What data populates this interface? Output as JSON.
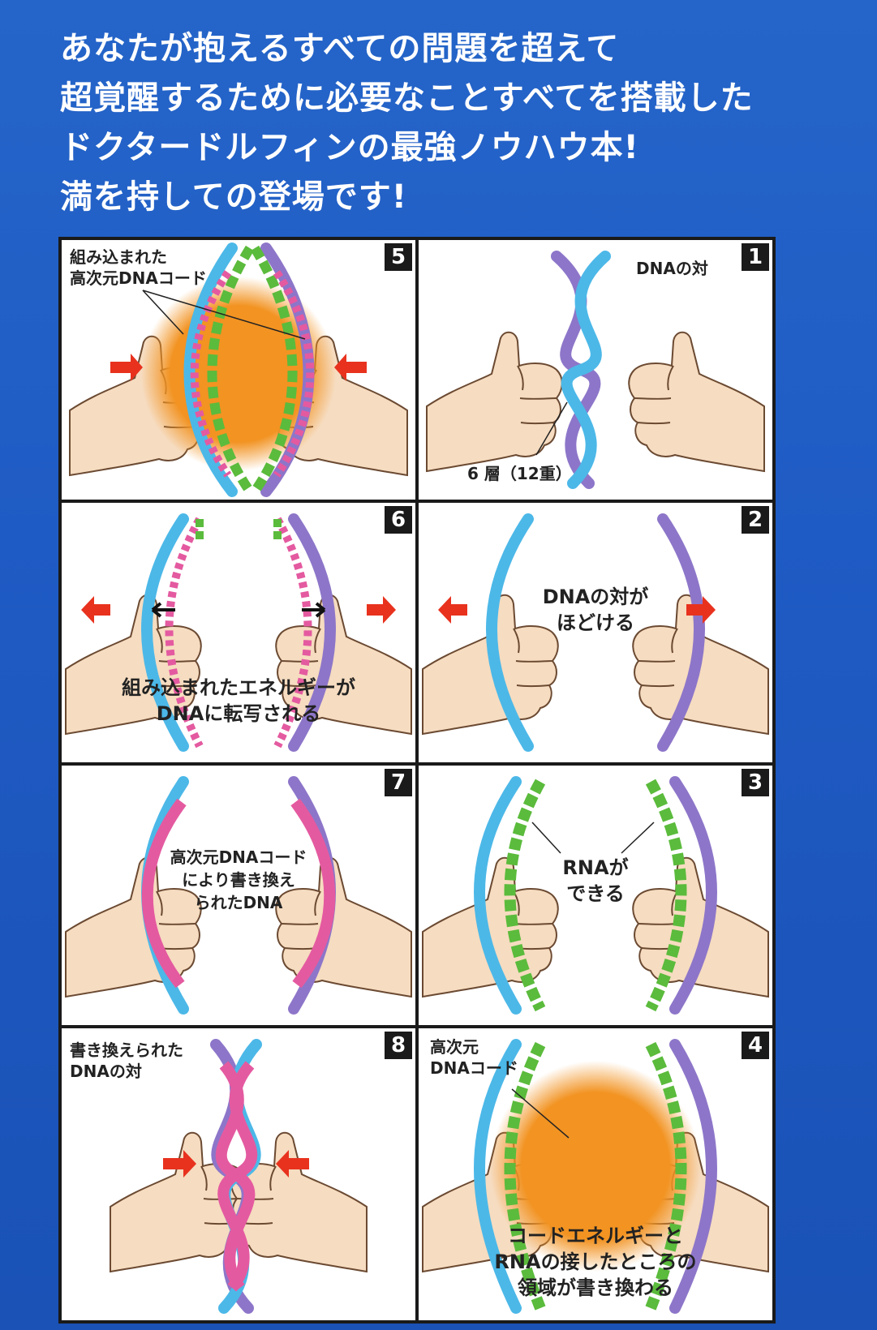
{
  "headline": [
    "あなたが抱えるすべての問題を超えて",
    "超覚醒するために必要なことすべてを搭載した",
    "ドクタードルフィンの最強ノウハウ本!",
    "満を持しての登場です!"
  ],
  "colors": {
    "background": "#1f58c0",
    "dna_blue": "#4cb8e8",
    "dna_purple": "#8d76c9",
    "rna_green": "#5bbb3c",
    "code_pink": "#e45aa0",
    "energy_orange": "#f29322",
    "arrow_red": "#e8321e",
    "skin": "#f6dcc0"
  },
  "panels": {
    "p5": {
      "number": "5",
      "label_line1": "組み込まれた",
      "label_line2": "高次元DNAコード"
    },
    "p1": {
      "number": "1",
      "label": "DNAの対",
      "caption": "6 層（12重）"
    },
    "p6": {
      "number": "6",
      "caption_line1": "組み込まれたエネルギーが",
      "caption_line2": "DNAに転写される"
    },
    "p2": {
      "number": "2",
      "caption_line1": "DNAの対が",
      "caption_line2": "ほどける"
    },
    "p7": {
      "number": "7",
      "caption_line1": "高次元DNAコード",
      "caption_line2": "により書き換え",
      "caption_line3": "られたDNA"
    },
    "p3": {
      "number": "3",
      "caption_line1": "RNAが",
      "caption_line2": "できる"
    },
    "p8": {
      "number": "8",
      "label_line1": "書き換えられた",
      "label_line2": "DNAの対"
    },
    "p4": {
      "number": "4",
      "label_line1": "高次元",
      "label_line2": "DNAコード",
      "caption_line1": "コードエネルギーと",
      "caption_line2": "RNAの接したところの",
      "caption_line3": "領域が書き換わる"
    }
  }
}
